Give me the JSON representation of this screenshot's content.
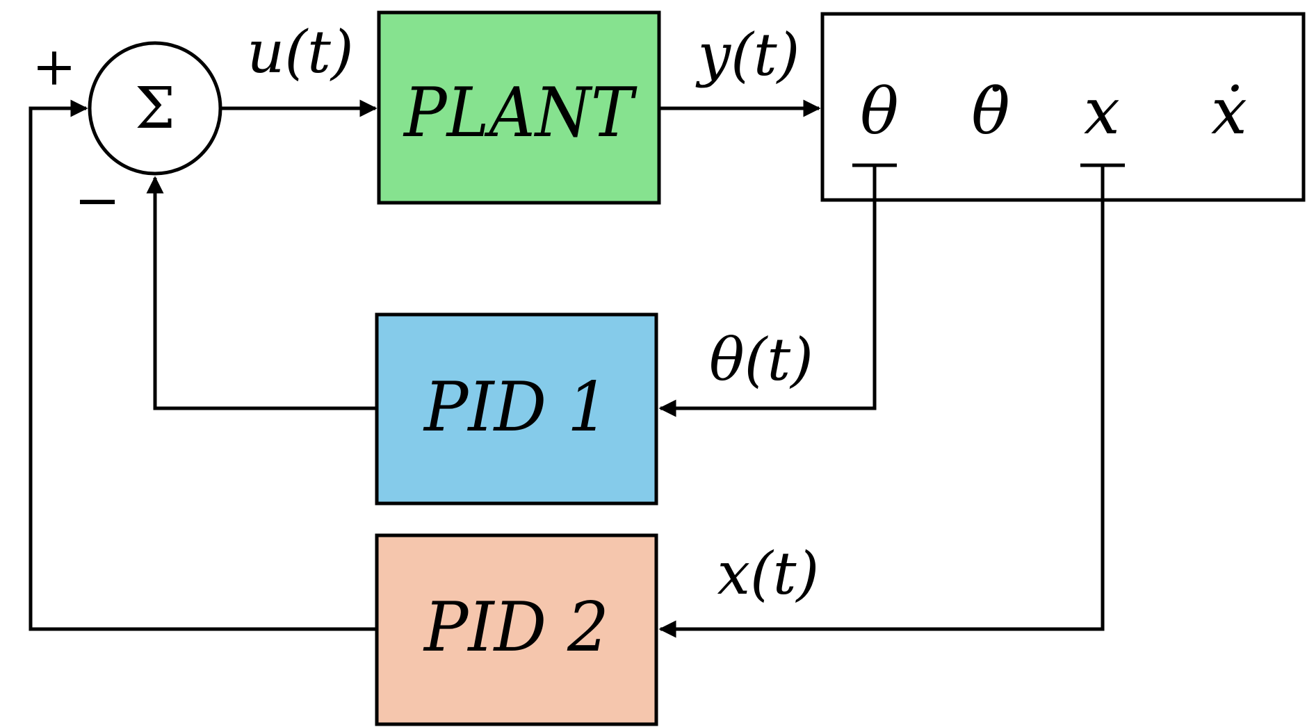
{
  "colors": {
    "plant_fill": "#86E28F",
    "pid1_fill": "#85CBEA",
    "pid2_fill": "#F5C6AD",
    "line": "#000000",
    "background": "#FFFFFF"
  },
  "summing_junction": {
    "symbol": "Σ",
    "plus_sign": "+",
    "minus_sign": "−"
  },
  "signals": {
    "control": "u(t)",
    "output": "y(t)",
    "theta_feedback": "θ(t)",
    "x_feedback": "x(t)"
  },
  "blocks": {
    "plant": "PLANT",
    "pid1": "PID 1",
    "pid2": "PID 2"
  },
  "state_vector": {
    "theta": "θ",
    "theta_dot": "θ̇",
    "x": "x",
    "x_dot": "ẋ"
  }
}
